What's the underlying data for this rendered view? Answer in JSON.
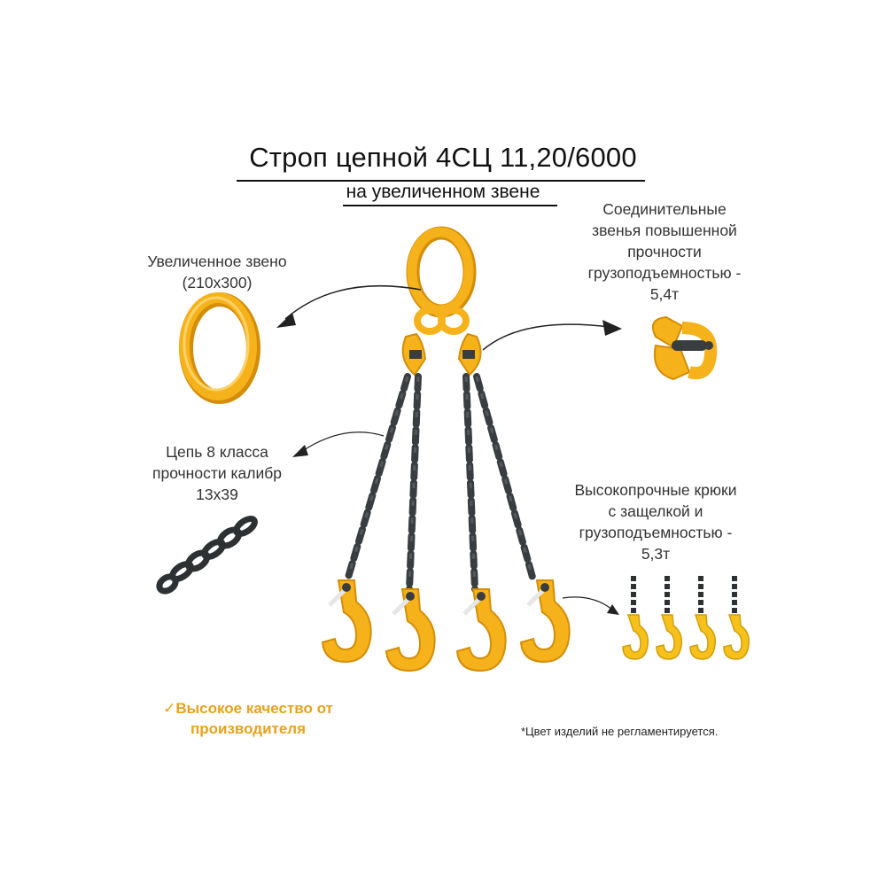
{
  "title": "Строп цепной 4СЦ 11,20/6000",
  "subtitle": "на увеличенном звене",
  "callouts": {
    "master_link": {
      "label": "Увеличенное звено",
      "size": "(210x300)"
    },
    "connectors": {
      "lines": [
        "Соединительные",
        "звенья повышенной",
        "прочности",
        "грузоподъемностью -",
        "5,4т"
      ]
    },
    "chain": {
      "lines": [
        "Цепь 8 класса",
        "прочности калибр",
        "13x39"
      ]
    },
    "hooks": {
      "lines": [
        "Высокопрочные крюки",
        "с защелкой и",
        "грузоподъемностью -",
        "5,3т"
      ]
    }
  },
  "quality_badge": {
    "line1": "✓Высокое качество от",
    "line2": "производителя"
  },
  "footnote": "*Цвет изделий не регламентируется.",
  "colors": {
    "yellow": "#f6b21a",
    "yellow_dark": "#d48d08",
    "chain": "#3a3d40",
    "accent": "#e8a21b"
  },
  "icons": [
    "master-link-icon",
    "connector-link-icon",
    "chain-icon",
    "hook-icon",
    "arrow-icon"
  ]
}
